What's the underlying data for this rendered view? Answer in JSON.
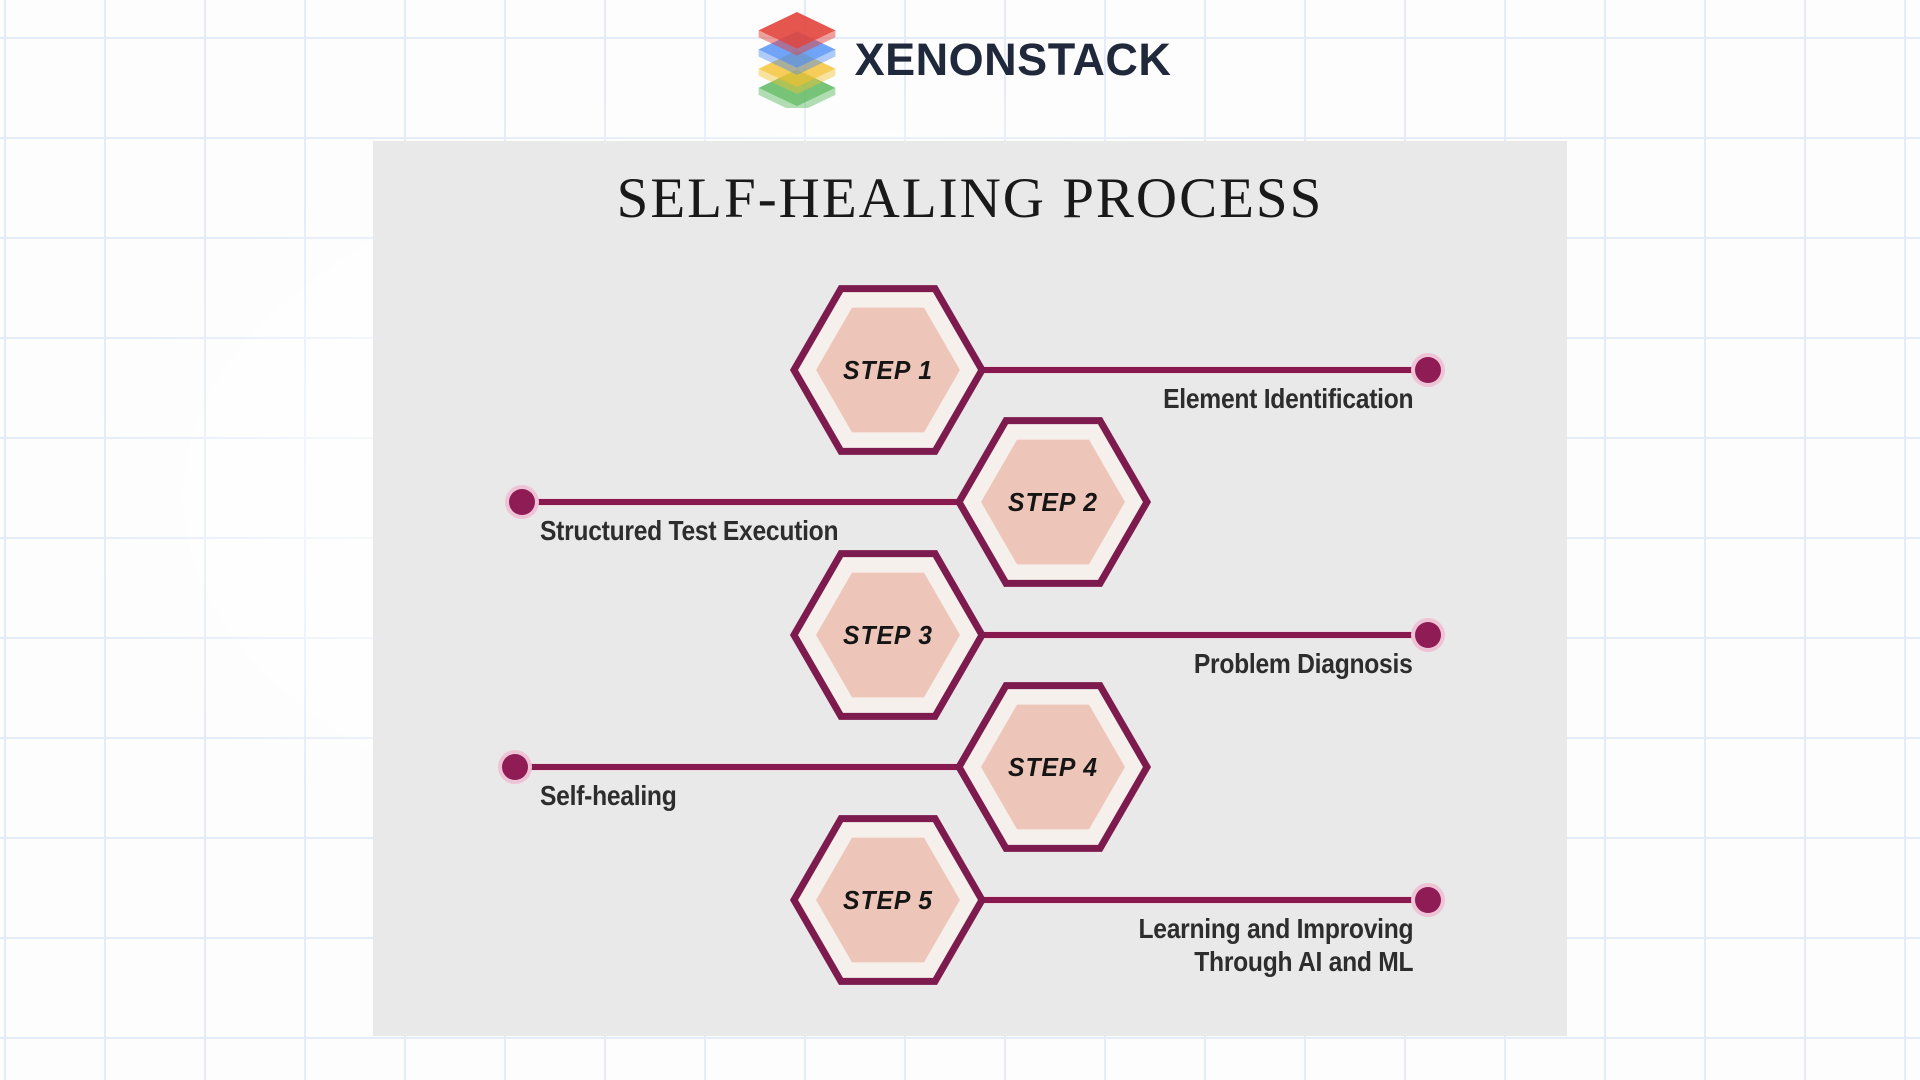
{
  "header": {
    "brand": "XENONSTACK",
    "logo": {
      "icon": "layer-stack-icon",
      "layer_colors": [
        "#e2443b",
        "#4e8cf5",
        "#f2c12e",
        "#55b558"
      ],
      "text_color": "#20293c"
    }
  },
  "diagram": {
    "title": "SELF-HEALING PROCESS",
    "steps": [
      {
        "label": "STEP 1",
        "side": "right",
        "lines": [
          "Element Identification"
        ]
      },
      {
        "label": "STEP 2",
        "side": "left",
        "lines": [
          "Structured Test Execution"
        ]
      },
      {
        "label": "STEP 3",
        "side": "right",
        "lines": [
          "Problem Diagnosis"
        ]
      },
      {
        "label": "STEP 4",
        "side": "left",
        "lines": [
          "Self-healing"
        ]
      },
      {
        "label": "STEP 5",
        "side": "right",
        "lines": [
          "Learning and Improving",
          "Through AI and ML"
        ]
      }
    ],
    "theme": {
      "accent": "#7d1b4e",
      "line": "#87194f",
      "dot": "#8f1c55",
      "dot_ring": "#eec3d5",
      "hexagon_fill": "#eec6b9",
      "hexagon_gap": "#f6f0ec",
      "panel_background": "#e9e9e9",
      "label_color": "#2d2d2d",
      "title_color": "#191919",
      "grid_line": "#e4ecf9"
    }
  }
}
